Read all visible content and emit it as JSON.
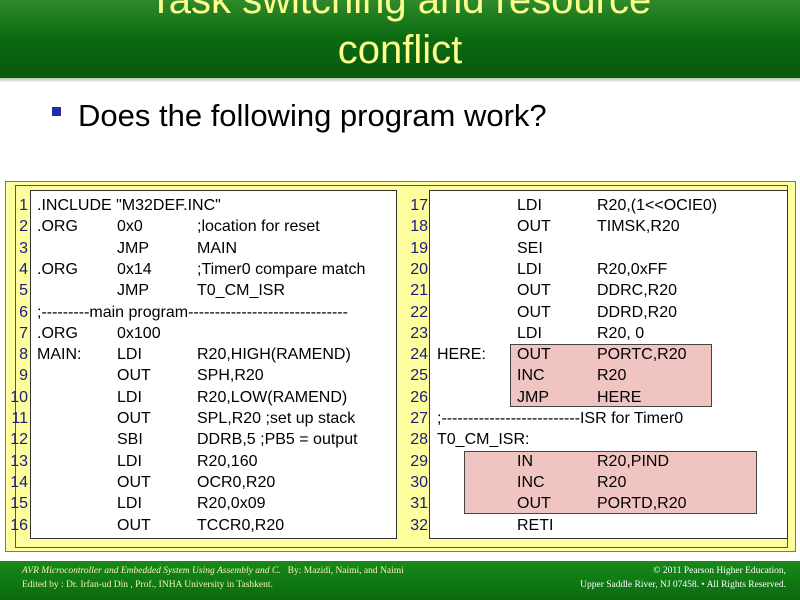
{
  "slide": {
    "title_line1": "Task switching and resource",
    "title_line2": "conflict",
    "bullet": "Does the following program work?"
  },
  "code": {
    "left": [
      {
        "n": "1",
        "label": ".INCLUDE \"M32DEF.INC\"",
        "op": "",
        "arg": ""
      },
      {
        "n": "2",
        "label": ".ORG",
        "op": "0x0",
        "arg": ";location for reset"
      },
      {
        "n": "3",
        "label": "",
        "op": "JMP",
        "arg": "MAIN"
      },
      {
        "n": "4",
        "label": ".ORG",
        "op": "0x14",
        "arg": ";Timer0 compare match"
      },
      {
        "n": "5",
        "label": "",
        "op": "JMP",
        "arg": "T0_CM_ISR"
      },
      {
        "n": "6",
        "label": ";---------main program------------------------------",
        "op": "",
        "arg": ""
      },
      {
        "n": "7",
        "label": ".ORG",
        "op": "0x100",
        "arg": ""
      },
      {
        "n": "8",
        "label": "MAIN:",
        "op": "LDI",
        "arg": "R20,HIGH(RAMEND)"
      },
      {
        "n": "9",
        "label": "",
        "op": "OUT",
        "arg": "SPH,R20"
      },
      {
        "n": "10",
        "label": "",
        "op": "LDI",
        "arg": "R20,LOW(RAMEND)"
      },
      {
        "n": "11",
        "label": "",
        "op": "OUT",
        "arg": "SPL,R20  ;set up stack"
      },
      {
        "n": "12",
        "label": "",
        "op": "SBI",
        "arg": "DDRB,5   ;PB5 = output"
      },
      {
        "n": "13",
        "label": "",
        "op": "LDI",
        "arg": "R20,160"
      },
      {
        "n": "14",
        "label": "",
        "op": "OUT",
        "arg": "OCR0,R20"
      },
      {
        "n": "15",
        "label": "",
        "op": "LDI",
        "arg": "R20,0x09"
      },
      {
        "n": "16",
        "label": "",
        "op": "OUT",
        "arg": "TCCR0,R20"
      }
    ],
    "right": [
      {
        "n": "17",
        "label": "",
        "op": "LDI",
        "arg": "R20,(1<<OCIE0)"
      },
      {
        "n": "18",
        "label": "",
        "op": "OUT",
        "arg": "TIMSK,R20"
      },
      {
        "n": "19",
        "label": "",
        "op": "SEI",
        "arg": ""
      },
      {
        "n": "20",
        "label": "",
        "op": "LDI",
        "arg": "R20,0xFF"
      },
      {
        "n": "21",
        "label": "",
        "op": "OUT",
        "arg": "DDRC,R20"
      },
      {
        "n": "22",
        "label": "",
        "op": "OUT",
        "arg": "DDRD,R20"
      },
      {
        "n": "23",
        "label": "",
        "op": "LDI",
        "arg": "R20, 0"
      },
      {
        "n": "24",
        "label": "HERE:",
        "op": "OUT",
        "arg": "PORTC,R20"
      },
      {
        "n": "25",
        "label": "",
        "op": "INC",
        "arg": "R20"
      },
      {
        "n": "26",
        "label": "",
        "op": "JMP",
        "arg": "HERE"
      },
      {
        "n": "27",
        "label": ";--------------------------ISR for Timer0",
        "op": "",
        "arg": ""
      },
      {
        "n": "28",
        "label": "T0_CM_ISR:",
        "op": "",
        "arg": ""
      },
      {
        "n": "29",
        "label": "",
        "op": "IN",
        "arg": "R20,PIND"
      },
      {
        "n": "30",
        "label": "",
        "op": "INC",
        "arg": "R20"
      },
      {
        "n": "31",
        "label": "",
        "op": "OUT",
        "arg": "PORTD,R20"
      },
      {
        "n": "32",
        "label": "",
        "op": "RETI",
        "arg": ""
      }
    ]
  },
  "colors": {
    "header_green": "#0b6a11",
    "title_yellow": "#fefe8e",
    "code_bg_yellow": "#fefe9e",
    "highlight_pink": "#f0c4c0",
    "line_number_blue": "#1b1b7a"
  },
  "footer": {
    "book": "AVR Microcontroller and Embedded System Using Assembly and C",
    "by_label": "By:",
    "authors": "Mazidi, Naimi, and Naimi",
    "edited": "Edited  by :  Dr. Irfan-ud Din , Prof., INHA University in Tashkent.",
    "copyright": "© 2011   Pearson Higher Education,",
    "address": "Upper Saddle River, NJ 07458. • All Rights Reserved."
  }
}
